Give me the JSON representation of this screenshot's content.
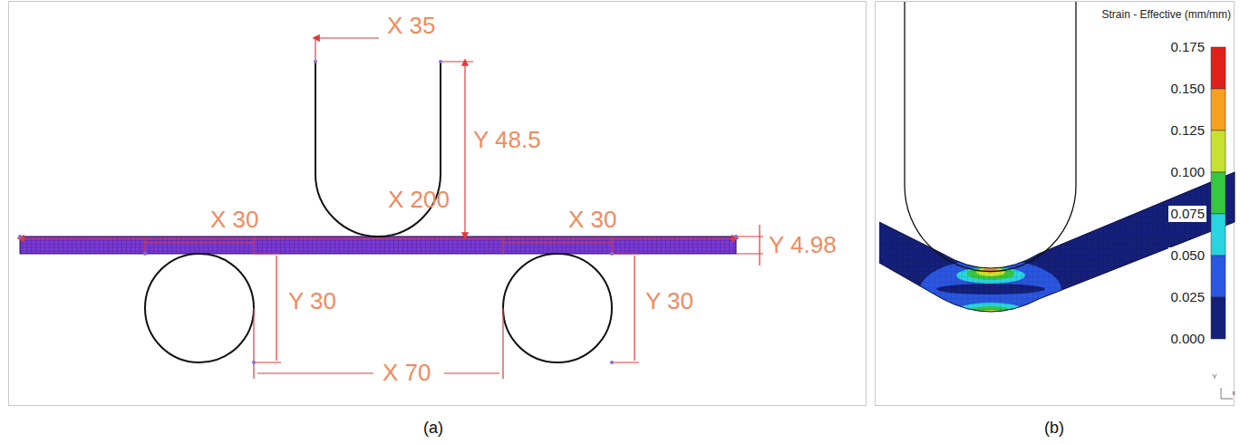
{
  "diagram": {
    "labels": [
      "X 35",
      "Y 48.5",
      "X 200",
      "X 30",
      "X 30",
      "Y 4.98",
      "Y 30",
      "Y 30",
      "X 70",
      "Strain - Effective (mm/mm)",
      "0.175",
      "0.150",
      "0.125",
      "0.100",
      "0.075",
      "0.050",
      "0.025",
      "0.000",
      "Y",
      "x",
      "(a)",
      "(b)"
    ]
  }
}
